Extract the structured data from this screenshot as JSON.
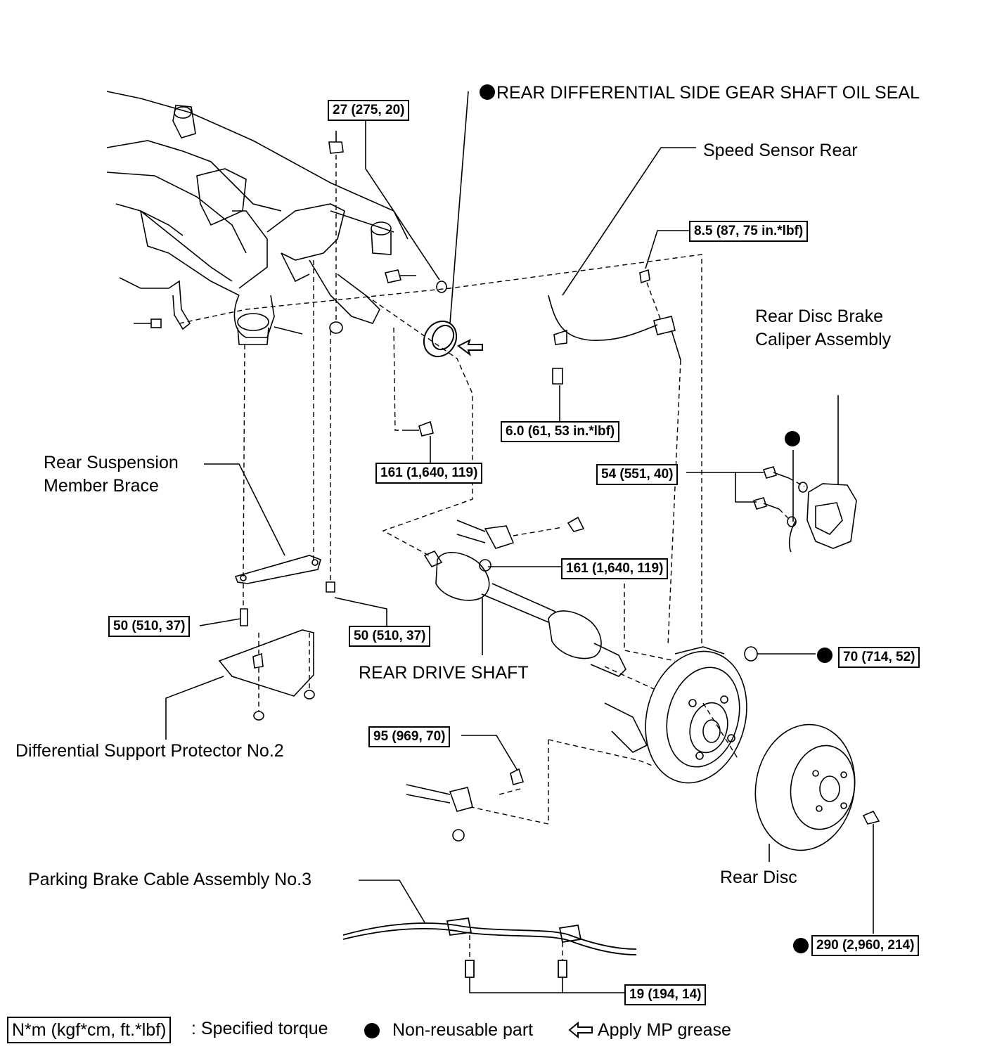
{
  "labels": {
    "oil_seal": "REAR DIFFERENTIAL SIDE GEAR SHAFT OIL SEAL",
    "speed_sensor": "Speed Sensor Rear",
    "caliper_line1": "Rear Disc Brake",
    "caliper_line2": "Caliper Assembly",
    "brace_line1": "Rear Suspension",
    "brace_line2": "Member Brace",
    "drive_shaft": "REAR DRIVE SHAFT",
    "protector": "Differential Support Protector No.2",
    "rear_disc": "Rear Disc",
    "parking_cable": "Parking Brake Cable Assembly No.3"
  },
  "torques": {
    "t27": "27 (275, 20)",
    "t85": "8.5 (87, 75 in.*lbf)",
    "t60": "6.0 (61, 53 in.*lbf)",
    "t161a": "161 (1,640, 119)",
    "t54": "54 (551, 40)",
    "t161b": "161 (1,640, 119)",
    "t50a": "50 (510, 37)",
    "t50b": "50 (510, 37)",
    "t70": "70 (714, 52)",
    "t95": "95 (969, 70)",
    "t290": "290 (2,960, 214)",
    "t19": "19 (194, 14)"
  },
  "legend": {
    "unit": "N*m (kgf*cm, ft.*lbf)",
    "specified": ": Specified torque",
    "nonreusable": "Non-reusable part",
    "grease": "Apply MP grease"
  }
}
